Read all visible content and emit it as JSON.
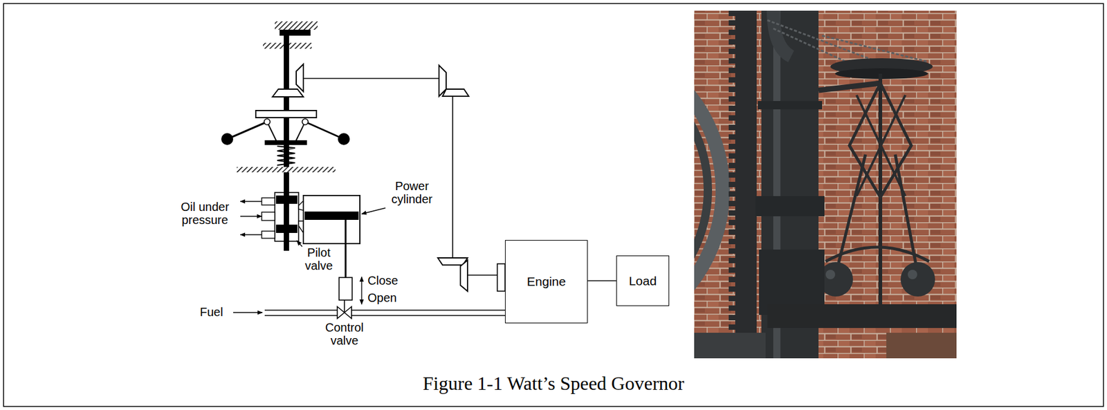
{
  "diagram": {
    "caption": "Figure 1-1 Watt’s Speed Governor",
    "nodes": [
      {
        "text": [
          "Engine"
        ]
      },
      {
        "text": [
          "Load"
        ]
      }
    ],
    "edges": [
      {
        "from": 0,
        "to": 1,
        "arrow": "none"
      }
    ],
    "labels": [
      "Oil under pressure",
      "Power cylinder",
      "Pilot valve",
      "Close",
      "Open",
      "Fuel",
      "Control valve"
    ]
  }
}
